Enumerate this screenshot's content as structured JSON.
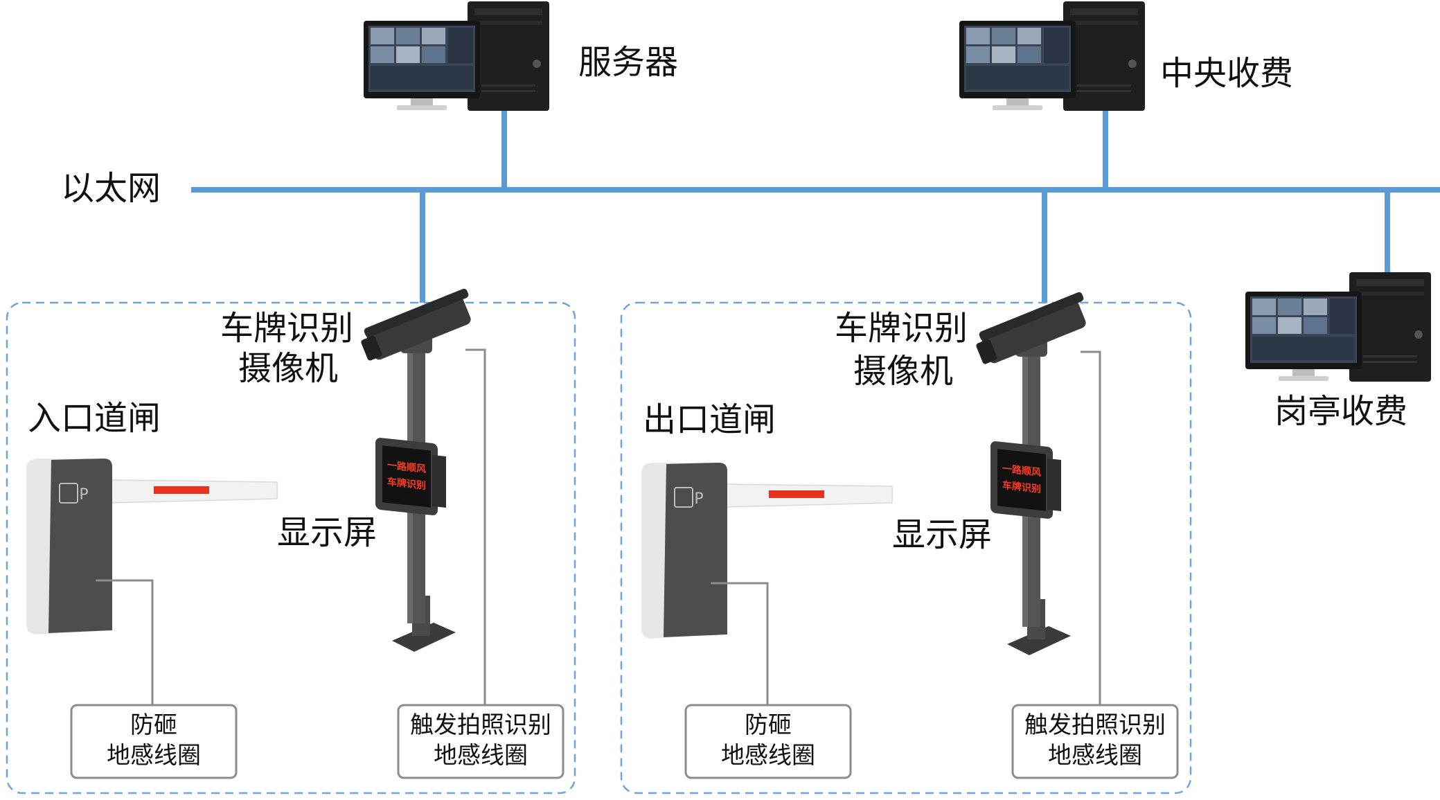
{
  "labels": {
    "network": "以太网",
    "server": "服务器",
    "central_toll": "中央收费",
    "booth_toll": "岗亭收费",
    "entrance_gate": "入口道闸",
    "exit_gate": "出口道闸",
    "camera_line1": "车牌识别",
    "camera_line2": "摄像机",
    "display": "显示屏",
    "anti_smash_line1": "防砸",
    "anti_smash_line2": "地感线圈",
    "trigger_line1": "触发拍照识别",
    "trigger_line2": "地感线圈",
    "gate_p": "P",
    "led_line1": "一路顺风",
    "led_line2": "车牌识别"
  },
  "colors": {
    "network_line": "#5b9bd5",
    "zone_border": "#6fa3d8",
    "wire": "#8c8c8c",
    "barrier_stripe": "#e8321e",
    "led_text": "#ff3b1f"
  },
  "icons": {
    "computer": "desktop-computer-icon",
    "camera": "camera-icon",
    "gate": "barrier-gate-icon",
    "display": "led-display-icon"
  }
}
